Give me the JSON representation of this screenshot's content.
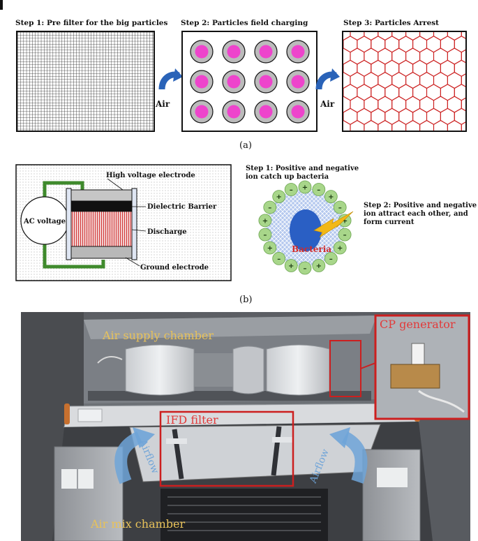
{
  "panel_a": {
    "step1": "Step 1: Pre filter for the big particles",
    "step2": "Step 2: Particles field charging",
    "step3": "Step 3: Particles Arrest",
    "air_left": "Air",
    "air_right": "Air",
    "caption": "(a)"
  },
  "panel_b": {
    "ac_voltage": "AC voltage",
    "high_voltage": "High voltage electrode",
    "dielectric": "Dielectric Barrier",
    "discharge": "Discharge",
    "ground": "Ground electrode",
    "step1_line1": "Step 1:  Positive and negative",
    "step1_line2": "ion catch up bacteria",
    "step2_line1": "Step 2: Positive and negative",
    "step2_line2": "ion attract each other,  and",
    "step2_line3": "form current",
    "bacteria": "Bacteria",
    "caption": "(b)"
  },
  "panel_c": {
    "air_supply": "Air supply chamber",
    "cp_generator": "CP generator",
    "ifd_filter": "IFD filter",
    "airflow_left": "Airflow",
    "airflow_right": "Airflow",
    "air_mix": "Air mix chamber"
  },
  "colors": {
    "grid_mesh": "#222222",
    "charge_dot": "#ee44cc",
    "charge_ring": "#bbbbbb",
    "honeycomb": "#cc2222",
    "arrow_blue": "#2a63b8",
    "electrode_green": "#3f8a2c",
    "ion_green": "#a8d68a",
    "bacteria_blue": "#2a5fc4",
    "lightning": "#f2b818",
    "photo_label_yellow": "#e8c25a",
    "photo_label_red": "#e23a3a",
    "photo_box_red": "#cc1f1f"
  }
}
